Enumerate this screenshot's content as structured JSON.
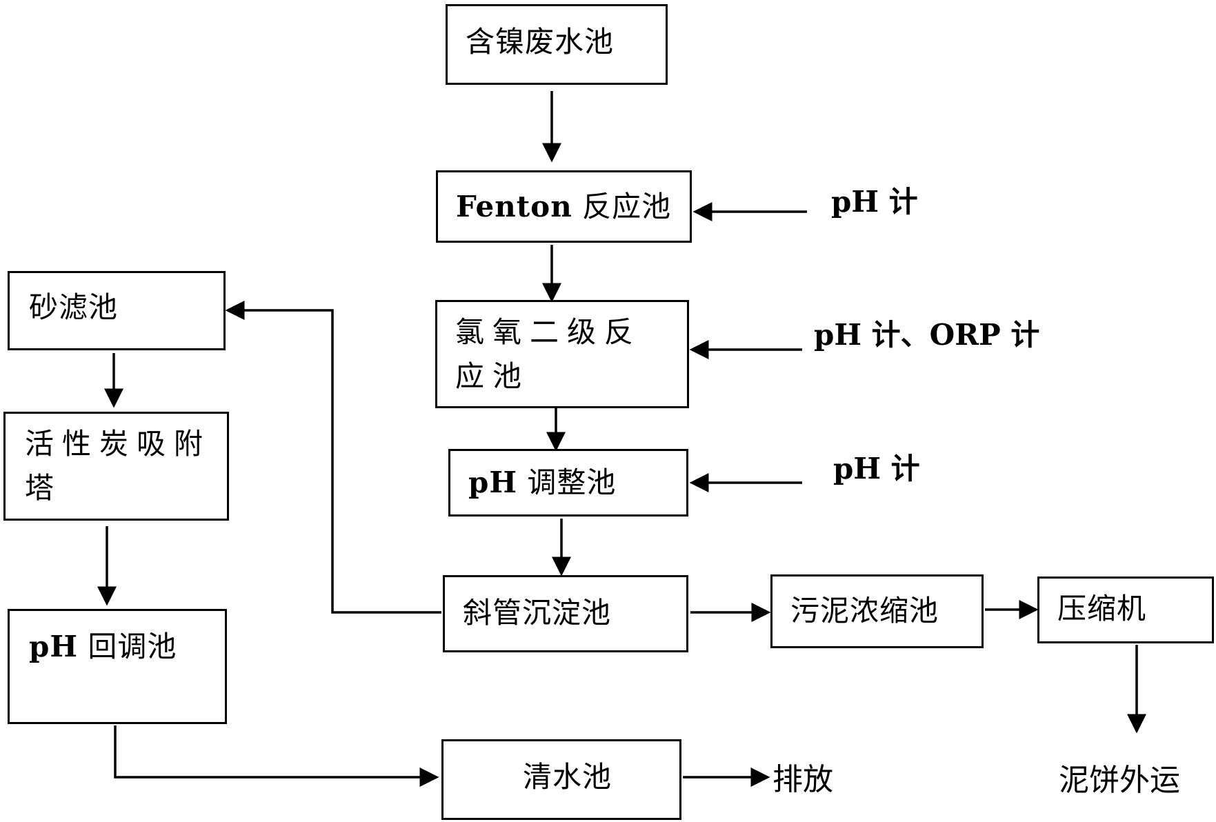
{
  "nodes": {
    "nickel_tank": "含镍废水池",
    "fenton_latin": "Fenton",
    "fenton_cjk": " 反应池",
    "chlorine_oxygen": "氯氧二级反应池",
    "ph_adjust_latin": "pH",
    "ph_adjust_cjk": " 调整池",
    "tube_settler": "斜管沉淀池",
    "sludge_thickener": "污泥浓缩池",
    "compressor": "压缩机",
    "sand_filter": "砂滤池",
    "carbon_tower": "活性炭吸附塔",
    "ph_readjust_latin": "pH",
    "ph_readjust_cjk": " 回调池",
    "clear_water": "清水池"
  },
  "instruments": {
    "fenton": "pH 计",
    "chlorine_oxygen": "pH 计、ORP 计",
    "ph_adjust": "pH 计"
  },
  "outputs": {
    "discharge": "排放",
    "sludge_cake": "泥饼外运"
  },
  "colors": {
    "line": "#000000",
    "box_border": "#000000",
    "background": "#ffffff"
  }
}
